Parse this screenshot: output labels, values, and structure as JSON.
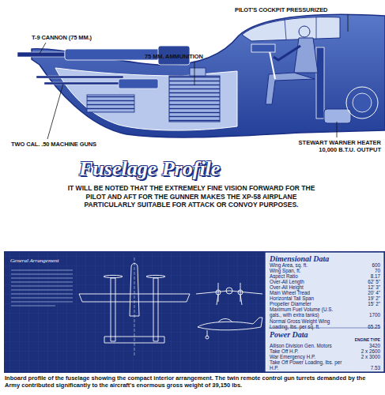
{
  "diagram": {
    "title": "Fuselage Profile",
    "caption": "Inboard profile of the fuselage showing the compact interior arrangement. The twin remote control gun turrets demanded by the Army contributed significantly to the aircraft's enormous gross weight of 39,150 lbs.",
    "labels": [
      "PILOT'S COCKPIT PRESSURIZED",
      "T-9 CANNON (75 MM.)",
      "75 MM. AMMUNITION",
      "TWO CAL. .50 MACHINE GUNS",
      "STEWART WARNER HEATER 10,000 B.T.U. OUTPUT",
      "IT WILL BE NOTED THAT THE EXTREMELY FINE VISION FORWARD FOR THE PILOT AND AFT FOR THE GUNNER MAKES THE XP-58 AIRPLANE PARTICULARLY SUITABLE FOR ATTACK OR CONVOY PURPOSES.",
      "General Arrangement",
      "Dimensional Data",
      "Wing Area, sq. ft.",
      "600",
      "Wing Span, ft.",
      "70",
      "Aspect Ratio",
      "8.17",
      "Over-All Length",
      "62' 5\"",
      "Over-All Height",
      "12' 3\"",
      "Main Wheel Tread",
      "20' 4\"",
      "Horizontal Tail Span",
      "19' 2\"",
      "Propeller Diameter",
      "15' 2\"",
      "Maximum Fuel Volume (U.S. gals., with extra tanks)",
      "1700",
      "Normal Gross Weight Wing Loading, lbs. per sq. ft.",
      "65.25",
      "Power Data",
      "ENGINE TYPE",
      "Allison Division Gen. Motors",
      "3420",
      "Take Off H.P.",
      "2 x 2600",
      "War Emergency H.P.",
      "2 x 3000",
      "Take Off Power Loading, lbs. per H.P.",
      "7.53"
    ]
  }
}
